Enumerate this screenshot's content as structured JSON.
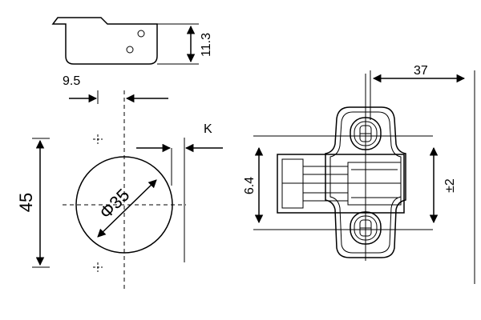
{
  "drawing": {
    "labels": {
      "depth": "11.3",
      "offset": "9.5",
      "k": "K",
      "height": "45",
      "cup_diameter": "Φ35",
      "width": "37",
      "spacing": "6.4",
      "adjust": "±2"
    }
  }
}
